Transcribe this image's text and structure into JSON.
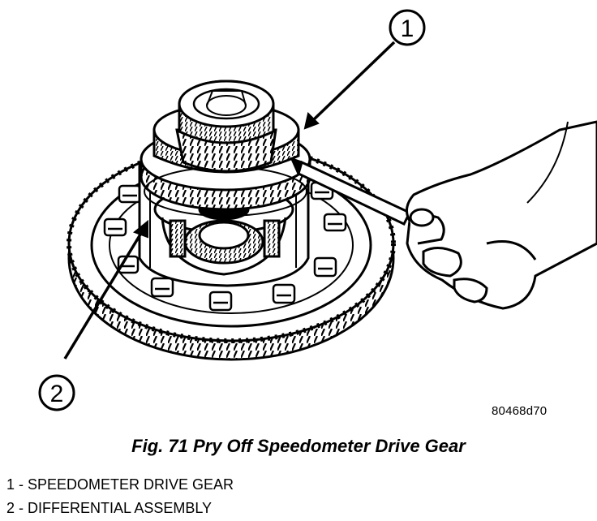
{
  "figure": {
    "figure_id": "80468d70",
    "caption": "Fig. 71 Pry Off Speedometer Drive Gear",
    "callouts": [
      {
        "number": "1"
      },
      {
        "number": "2"
      }
    ]
  },
  "legend": {
    "items": [
      {
        "label": "1 - SPEEDOMETER DRIVE GEAR"
      },
      {
        "label": "2 - DIFFERENTIAL ASSEMBLY"
      }
    ]
  },
  "colors": {
    "ink": "#000000",
    "paper": "#ffffff"
  }
}
